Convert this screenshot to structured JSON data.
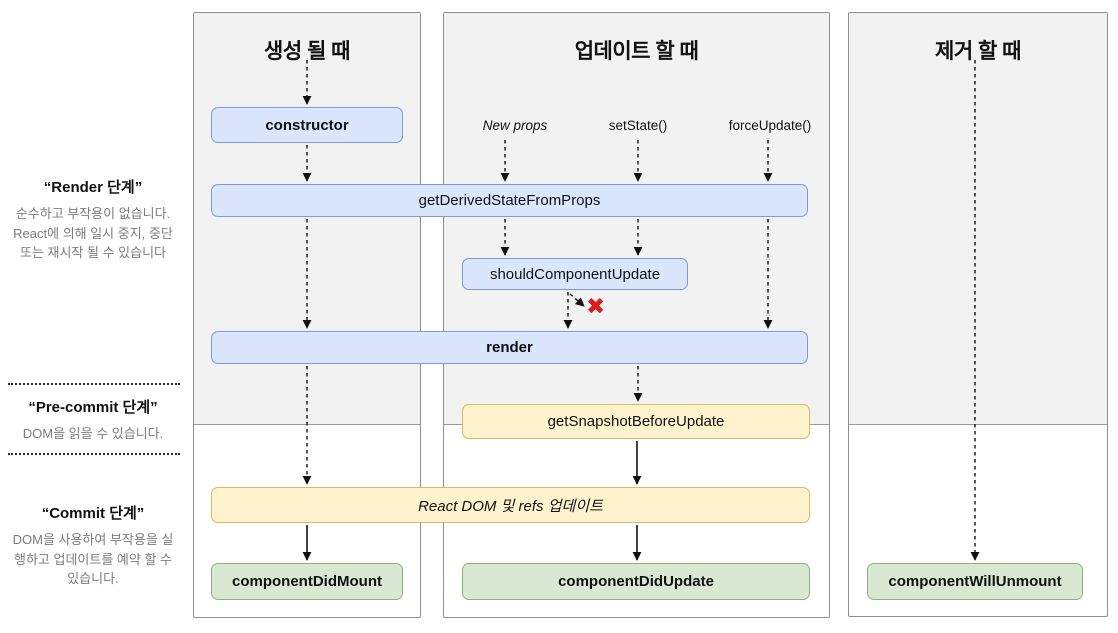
{
  "columns": {
    "mounting": {
      "title": "생성 될 때"
    },
    "updating": {
      "title": "업데이트 할 때"
    },
    "unmounting": {
      "title": "제거 할 때"
    }
  },
  "sidebar": {
    "render_phase": {
      "title": "“Render 단계”",
      "description": "순수하고 부작용이 없습니다. React에 의해 일시 중지, 중단 또는 재시작 될 수 있습니다"
    },
    "pre_commit_phase": {
      "title": "“Pre-commit 단계”",
      "description": "DOM을 읽을 수 있습니다."
    },
    "commit_phase": {
      "title": "“Commit 단계”",
      "description": "DOM을 사용하여 부작용을 실행하고 업데이트를 예약 할 수 있습니다."
    }
  },
  "triggers": {
    "new_props": "New props",
    "set_state": "setState()",
    "force_update": "forceUpdate()"
  },
  "nodes": {
    "constructor": "constructor",
    "get_derived_state_from_props": "getDerivedStateFromProps",
    "should_component_update": "shouldComponentUpdate",
    "render": "render",
    "get_snapshot_before_update": "getSnapshotBeforeUpdate",
    "react_dom_update": "React DOM 및 refs 업데이트",
    "component_did_mount": "componentDidMount",
    "component_did_update": "componentDidUpdate",
    "component_will_unmount": "componentWillUnmount"
  },
  "icons": {
    "false_x": "✖"
  },
  "colors": {
    "node_blue_fill": "#d9e6fc",
    "node_blue_border": "#7b9bdf",
    "node_yellow_fill": "#fff3cd",
    "node_yellow_border": "#d9b964",
    "node_green_fill": "#d9e8d2",
    "node_green_border": "#88b56e",
    "phase_background": "#f2f2f2",
    "false_x_red": "#dd1c1c"
  }
}
